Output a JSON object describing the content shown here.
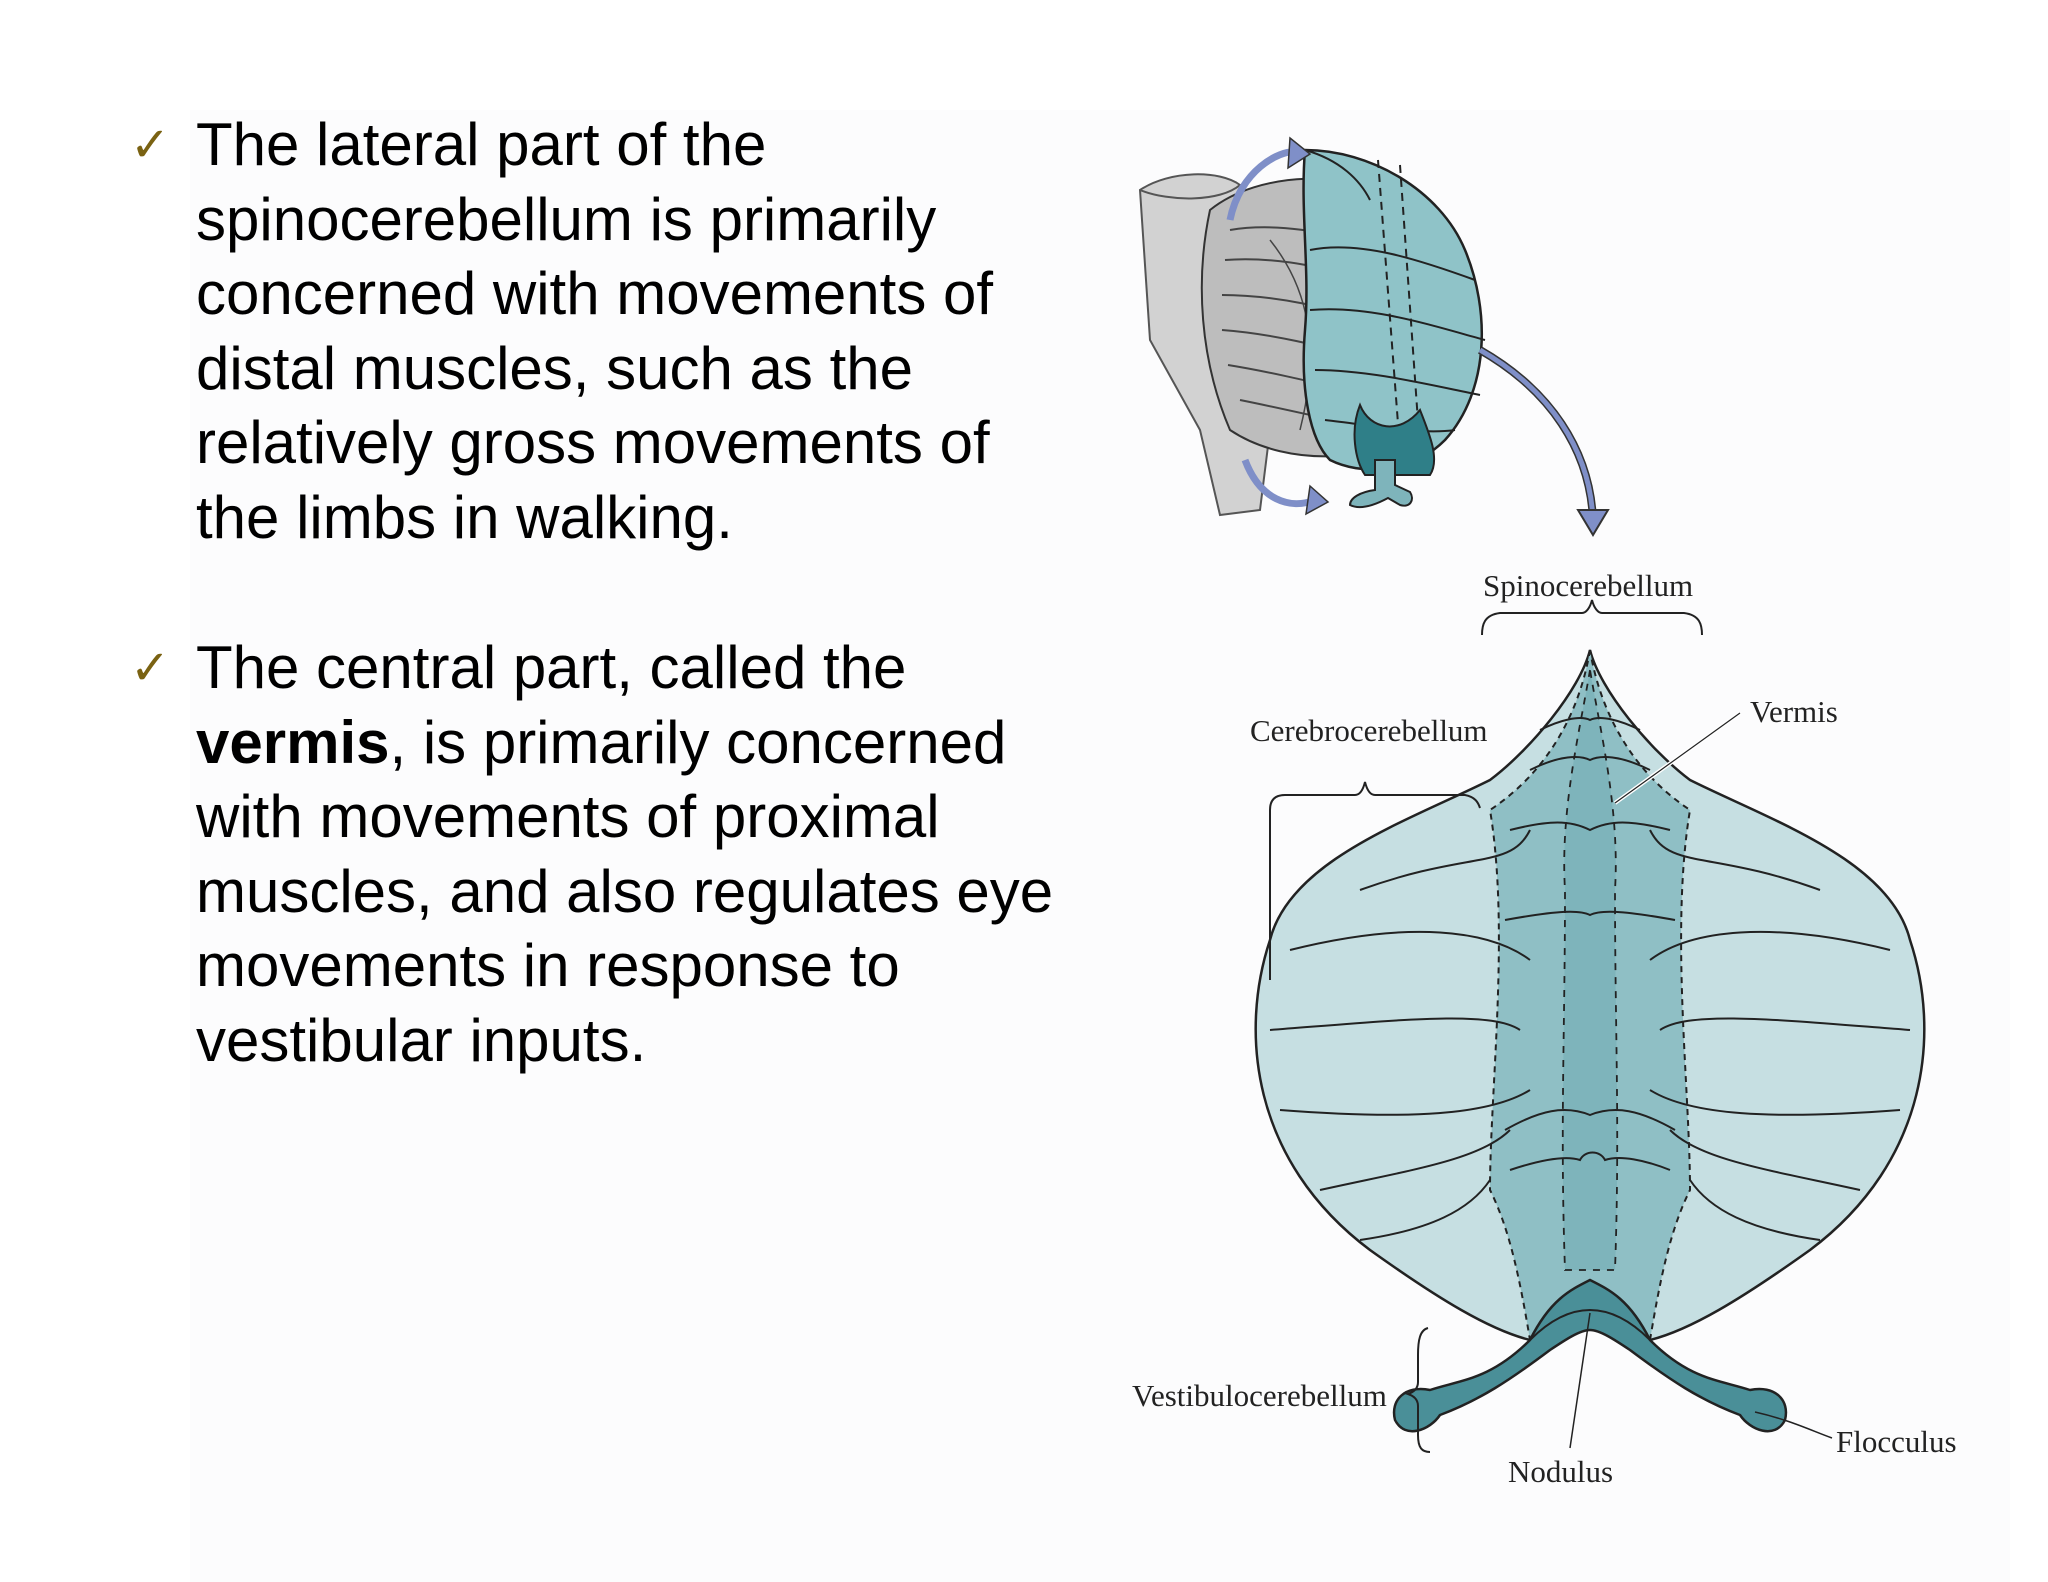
{
  "bullets": [
    {
      "marker": "✓",
      "text": "The lateral part of the spinocerebellum is primarily concerned with movements of distal muscles, such as the relatively gross movements of the limbs in walking."
    },
    {
      "marker": "✓",
      "bold_term": "vermis",
      "text_before": "The central part, called the ",
      "text_after": ", is primarily concerned with movements of proximal muscles, and also regulates eye movements in response to vestibular inputs."
    }
  ],
  "figure": {
    "labels": {
      "spinocerebellum": "Spinocerebellum",
      "cerebrocerebellum": "Cerebrocerebellum",
      "vermis": "Vermis",
      "vestibulocerebellum": "Vestibulocerebellum",
      "flocculus": "Flocculus",
      "nodulus": "Nodulus"
    },
    "colors": {
      "lateral_fill": "#c6dfe2",
      "intermediate_fill": "#8fbfc5",
      "vermis_fill": "#7eb4bb",
      "nodulus_fill": "#4a8f98",
      "arrow": "#7f8fc8",
      "check_color": "#7a6212"
    }
  }
}
